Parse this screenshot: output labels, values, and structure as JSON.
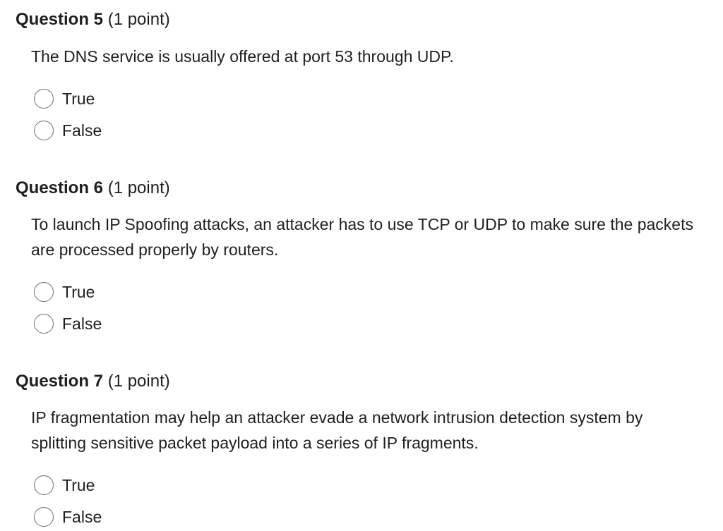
{
  "questions": [
    {
      "title": "Question 5",
      "points": "(1 point)",
      "text": "The DNS service is usually offered at port 53 through UDP.",
      "options": [
        "True",
        "False"
      ]
    },
    {
      "title": "Question 6",
      "points": "(1 point)",
      "text": "To launch IP Spoofing attacks, an attacker has to use TCP or UDP to make sure the packets are processed properly by routers.",
      "options": [
        "True",
        "False"
      ]
    },
    {
      "title": "Question 7",
      "points": "(1 point)",
      "text": "IP fragmentation may help an attacker evade a network intrusion detection system by splitting sensitive packet payload into a series of IP fragments.",
      "options": [
        "True",
        "False"
      ]
    }
  ],
  "colors": {
    "text": "#1f1f1f",
    "radio_border": "#6e6e6e"
  }
}
